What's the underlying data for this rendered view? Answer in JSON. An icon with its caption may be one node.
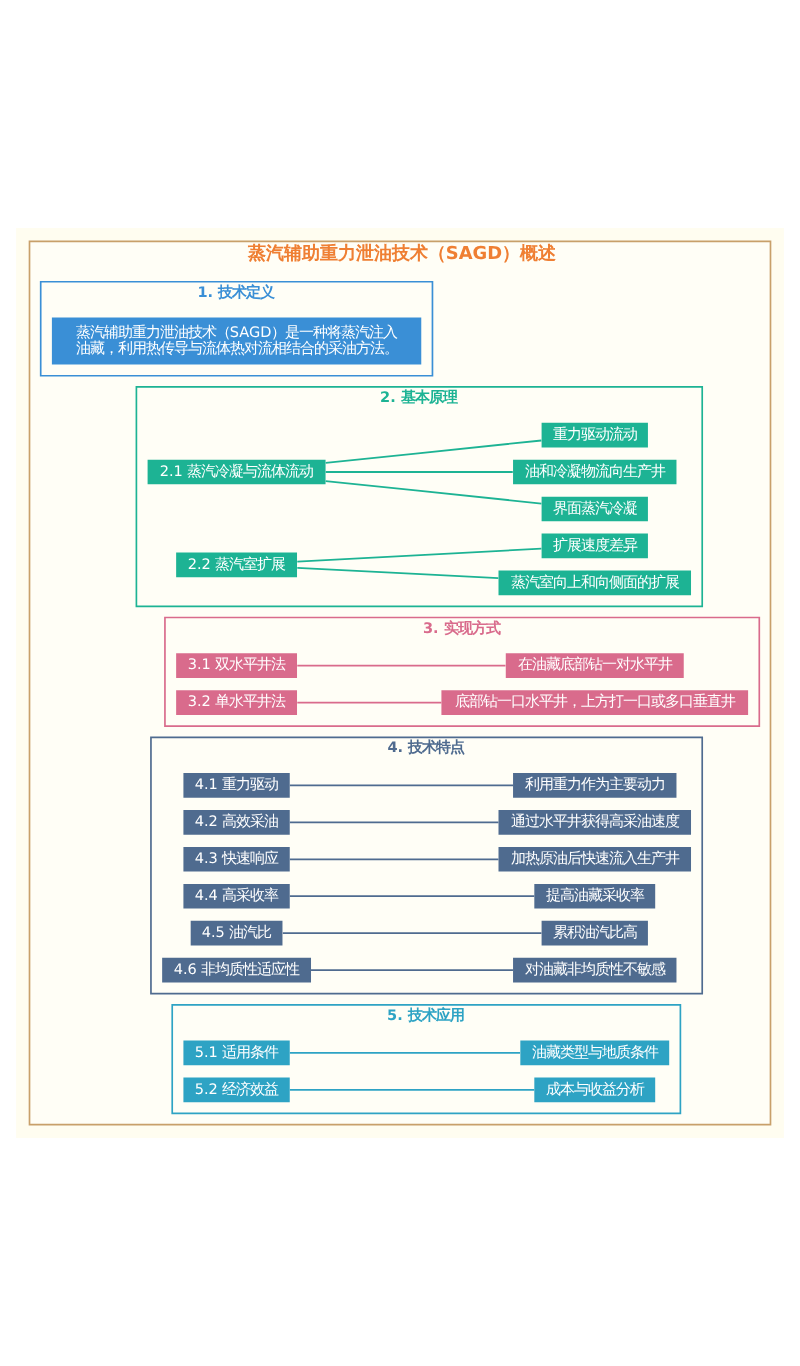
{
  "diagram": {
    "nodes": [
      {
        "text": [
          "蒸汽辅助重力泄油技术（SAGD）概述"
        ]
      },
      {
        "text": [
          "1. 技术定义"
        ],
        "in": 0
      },
      {
        "text": [
          "蒸汽辅助重力泄油技术（SAGD）是一种将蒸汽注入油藏，利用热传导与流体热对流相结合的采油方法。"
        ],
        "in": 1
      },
      {
        "text": [
          "2. 基本原理"
        ],
        "in": 0
      },
      {
        "text": [
          "2.1 蒸汽冷凝与流体流动"
        ],
        "in": 3
      },
      {
        "text": [
          "界面蒸汽冷凝"
        ],
        "in": 3
      },
      {
        "text": [
          "油和冷凝物流向生产井"
        ],
        "in": 3
      },
      {
        "text": [
          "重力驱动流动"
        ],
        "in": 3
      },
      {
        "text": [
          "2.2 蒸汽室扩展"
        ],
        "in": 3
      },
      {
        "text": [
          "蒸汽室向上和向侧面的扩展"
        ],
        "in": 3
      },
      {
        "text": [
          "扩展速度差异"
        ],
        "in": 3
      },
      {
        "text": [
          "3. 实现方式"
        ],
        "in": 0
      },
      {
        "text": [
          "3.1 双水平井法"
        ],
        "in": 11
      },
      {
        "text": [
          "在油藏底部钻一对水平井"
        ],
        "in": 11
      },
      {
        "text": [
          "3.2 单水平井法"
        ],
        "in": 11
      },
      {
        "text": [
          "底部钻一口水平井，上方打一口或多口垂直井"
        ],
        "in": 11
      },
      {
        "text": [
          "4. 技术特点"
        ],
        "in": 0
      },
      {
        "text": [
          "4.1 重力驱动"
        ],
        "in": 16
      },
      {
        "text": [
          "利用重力作为主要动力"
        ],
        "in": 16
      },
      {
        "text": [
          "4.2 高效采油"
        ],
        "in": 16
      },
      {
        "text": [
          "通过水平井获得高采油速度"
        ],
        "in": 16
      },
      {
        "text": [
          "4.3 快速响应"
        ],
        "in": 16
      },
      {
        "text": [
          "加热原油后快速流入生产井"
        ],
        "in": 16
      },
      {
        "text": [
          "4.4 高采收率"
        ],
        "in": 16
      },
      {
        "text": [
          "提高油藏采收率"
        ],
        "in": 16
      },
      {
        "text": [
          "4.5 油汽比"
        ],
        "in": 16
      },
      {
        "text": [
          "累积油汽比高"
        ],
        "in": 16
      },
      {
        "text": [
          "4.6 非均质性适应性"
        ],
        "in": 16
      },
      {
        "text": [
          "对油藏非均质性不敏感"
        ],
        "in": 16
      },
      {
        "text": [
          "5. 技术应用"
        ],
        "in": 0
      },
      {
        "text": [
          "5.1 适用条件"
        ],
        "in": 29
      },
      {
        "text": [
          "油藏类型与地质条件"
        ],
        "in": 29
      },
      {
        "text": [
          "5.2 经济效益"
        ],
        "in": 29
      },
      {
        "text": [
          "成本与收益分析"
        ],
        "in": 29
      }
    ],
    "edges": [
      {
        "from": 4,
        "to": 5,
        "arrow": "none",
        "color": "#1db394"
      },
      {
        "from": 4,
        "to": 6,
        "arrow": "none",
        "color": "#1db394"
      },
      {
        "from": 4,
        "to": 7,
        "arrow": "none",
        "color": "#1db394"
      },
      {
        "from": 8,
        "to": 9,
        "arrow": "none",
        "color": "#1db394"
      },
      {
        "from": 8,
        "to": 10,
        "arrow": "none",
        "color": "#1db394"
      },
      {
        "from": 12,
        "to": 13,
        "arrow": "none",
        "color": "#d96b8c"
      },
      {
        "from": 14,
        "to": 15,
        "arrow": "none",
        "color": "#d96b8c"
      },
      {
        "from": 17,
        "to": 18,
        "arrow": "none",
        "color": "#4f6b8f"
      },
      {
        "from": 19,
        "to": 20,
        "arrow": "none",
        "color": "#4f6b8f"
      },
      {
        "from": 21,
        "to": 22,
        "arrow": "none",
        "color": "#4f6b8f"
      },
      {
        "from": 23,
        "to": 24,
        "arrow": "none",
        "color": "#4f6b8f"
      },
      {
        "from": 25,
        "to": 26,
        "arrow": "none",
        "color": "#4f6b8f"
      },
      {
        "from": 27,
        "to": 28,
        "arrow": "none",
        "color": "#4f6b8f"
      },
      {
        "from": 30,
        "to": 31,
        "arrow": "none",
        "color": "#2ea3c4"
      },
      {
        "from": 32,
        "to": 33,
        "arrow": "none",
        "color": "#2ea3c4"
      }
    ]
  }
}
